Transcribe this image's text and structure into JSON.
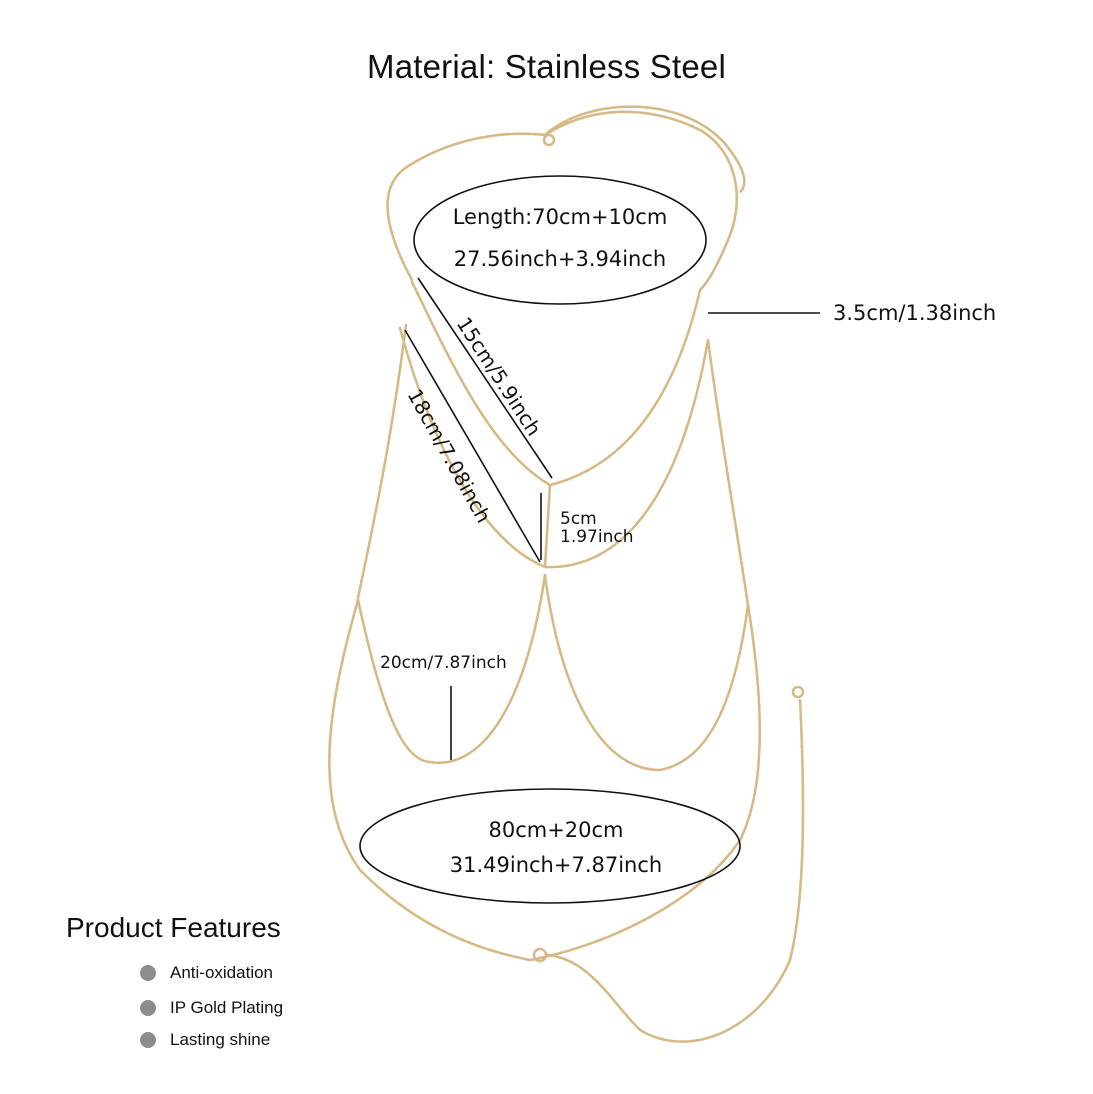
{
  "title": "Material: Stainless Steel",
  "measurements": {
    "necklace_length_line1": "Length:70cm+10cm",
    "necklace_length_line2": "27.56inch+3.94inch",
    "strap_width": "3.5cm/1.38inch",
    "upper_diagonal": "15cm/5.9inch",
    "lower_diagonal": "18cm/7.08inch",
    "center_gap_line1": "5cm",
    "center_gap_line2": "1.97inch",
    "drop_depth": "20cm/7.87inch",
    "waist_length_line1": "80cm+20cm",
    "waist_length_line2": "31.49inch+7.87inch"
  },
  "features": {
    "title": "Product Features",
    "items": [
      "Anti-oxidation",
      "IP Gold Plating",
      "Lasting shine"
    ],
    "bullet_color": "#8c8c8c"
  },
  "colors": {
    "chain": "#d6b985",
    "chain_dark": "#b8955a",
    "text": "#111111",
    "background": "#ffffff"
  }
}
